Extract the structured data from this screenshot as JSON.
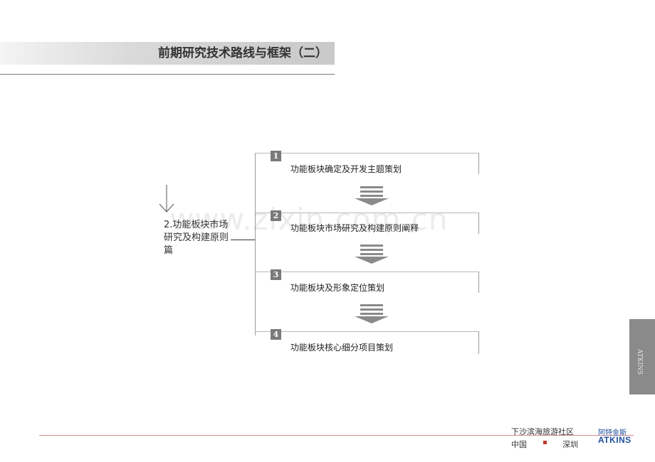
{
  "header": {
    "title": "前期研究技术路线与框架（二）"
  },
  "left": {
    "label": "2.功能板块市场研究及构建原则篇"
  },
  "steps": [
    {
      "num": "1",
      "label": "功能板块确定及开发主题策划"
    },
    {
      "num": "2",
      "label": "功能板块市场研究及构建原则阐释"
    },
    {
      "num": "3",
      "label": "功能板块及形象定位策划"
    },
    {
      "num": "4",
      "label": "功能板块核心细分项目策划"
    }
  ],
  "watermark": "www.zixin.com.cn",
  "side_tab": {
    "text": "ATKINS"
  },
  "footer": {
    "project": "下沙滨海旅游社区",
    "country": "中国",
    "city": "深圳",
    "brand_cn": "阿特金斯",
    "brand_en": "ATKINS"
  },
  "colors": {
    "title_bar": "#c9c9c9",
    "footer_line": "#d88a8a",
    "brand": "#1e4f9c",
    "step_badge": "#7a7a7a"
  }
}
